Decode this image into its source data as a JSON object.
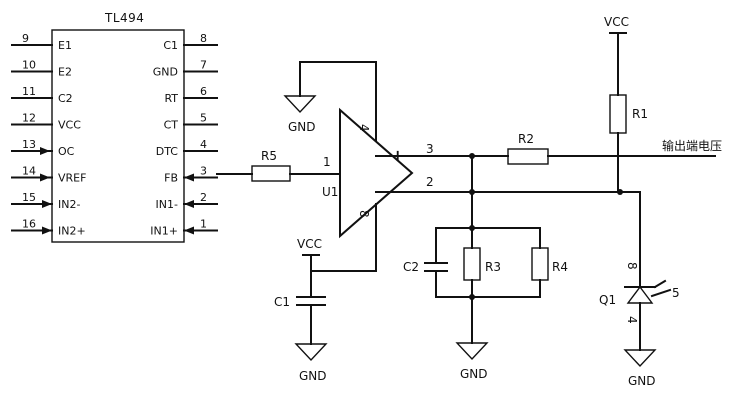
{
  "ic": {
    "title": "TL494",
    "left_pins": [
      {
        "num": "9",
        "name": "E1"
      },
      {
        "num": "10",
        "name": "E2"
      },
      {
        "num": "11",
        "name": "C2"
      },
      {
        "num": "12",
        "name": "VCC"
      },
      {
        "num": "13",
        "name": "OC"
      },
      {
        "num": "14",
        "name": "VREF"
      },
      {
        "num": "15",
        "name": "IN2-"
      },
      {
        "num": "16",
        "name": "IN2+"
      }
    ],
    "right_pins": [
      {
        "num": "8",
        "name": "C1"
      },
      {
        "num": "7",
        "name": "GND"
      },
      {
        "num": "6",
        "name": "RT"
      },
      {
        "num": "5",
        "name": "CT"
      },
      {
        "num": "4",
        "name": "DTC"
      },
      {
        "num": "3",
        "name": "FB"
      },
      {
        "num": "2",
        "name": "IN1-"
      },
      {
        "num": "1",
        "name": "IN1+"
      }
    ]
  },
  "opamp": {
    "name": "U1",
    "plus": "+",
    "minus": "−",
    "pin_in": "1",
    "pin_top": "4",
    "pin_bottom": "8",
    "pin_plus": "3",
    "pin_minus": "2"
  },
  "resistors": {
    "r1": "R1",
    "r2": "R2",
    "r3": "R3",
    "r4": "R4",
    "r5": "R5"
  },
  "capacitors": {
    "c1": "C1",
    "c2": "C2"
  },
  "transistor": {
    "name": "Q1",
    "pin_top": "8",
    "pin_bottom": "4",
    "pin_side": "5"
  },
  "power": {
    "vcc": "VCC",
    "gnd": "GND"
  },
  "output_label": "输出端电压"
}
